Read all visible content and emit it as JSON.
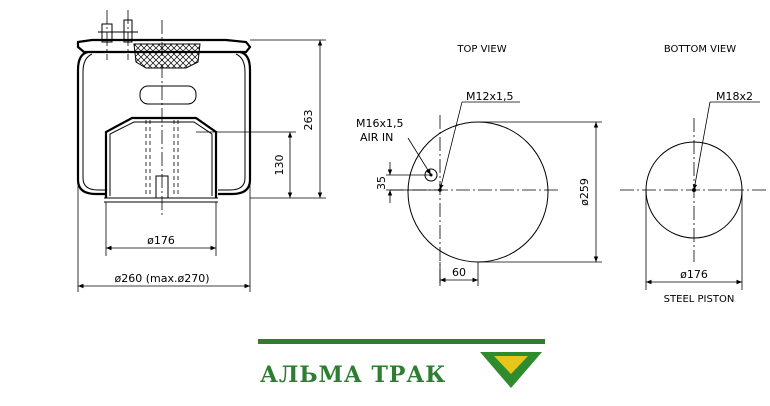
{
  "labels": {
    "top_view": "TOP VIEW",
    "bottom_view": "BOTTOM VIEW",
    "m12": "M12x1,5",
    "m16": "M16x1,5",
    "air_in": "AIR IN",
    "m18": "M18x2",
    "dim_263": "263",
    "dim_130": "130",
    "dim_176_side": "ø176",
    "dim_260": "ø260  (max.ø270)",
    "dim_35": "35",
    "dim_259": "ø259",
    "dim_60": "60",
    "dim_176_bottom": "ø176",
    "steel_piston": "STEEL PISTON"
  },
  "logo": {
    "text": "АЛЬМА ТРАК",
    "color_text": "#2e7d32",
    "color_bar": "#2e7d32",
    "color_check_outer": "#2e8b2e",
    "color_check_inner": "#e6c619"
  }
}
